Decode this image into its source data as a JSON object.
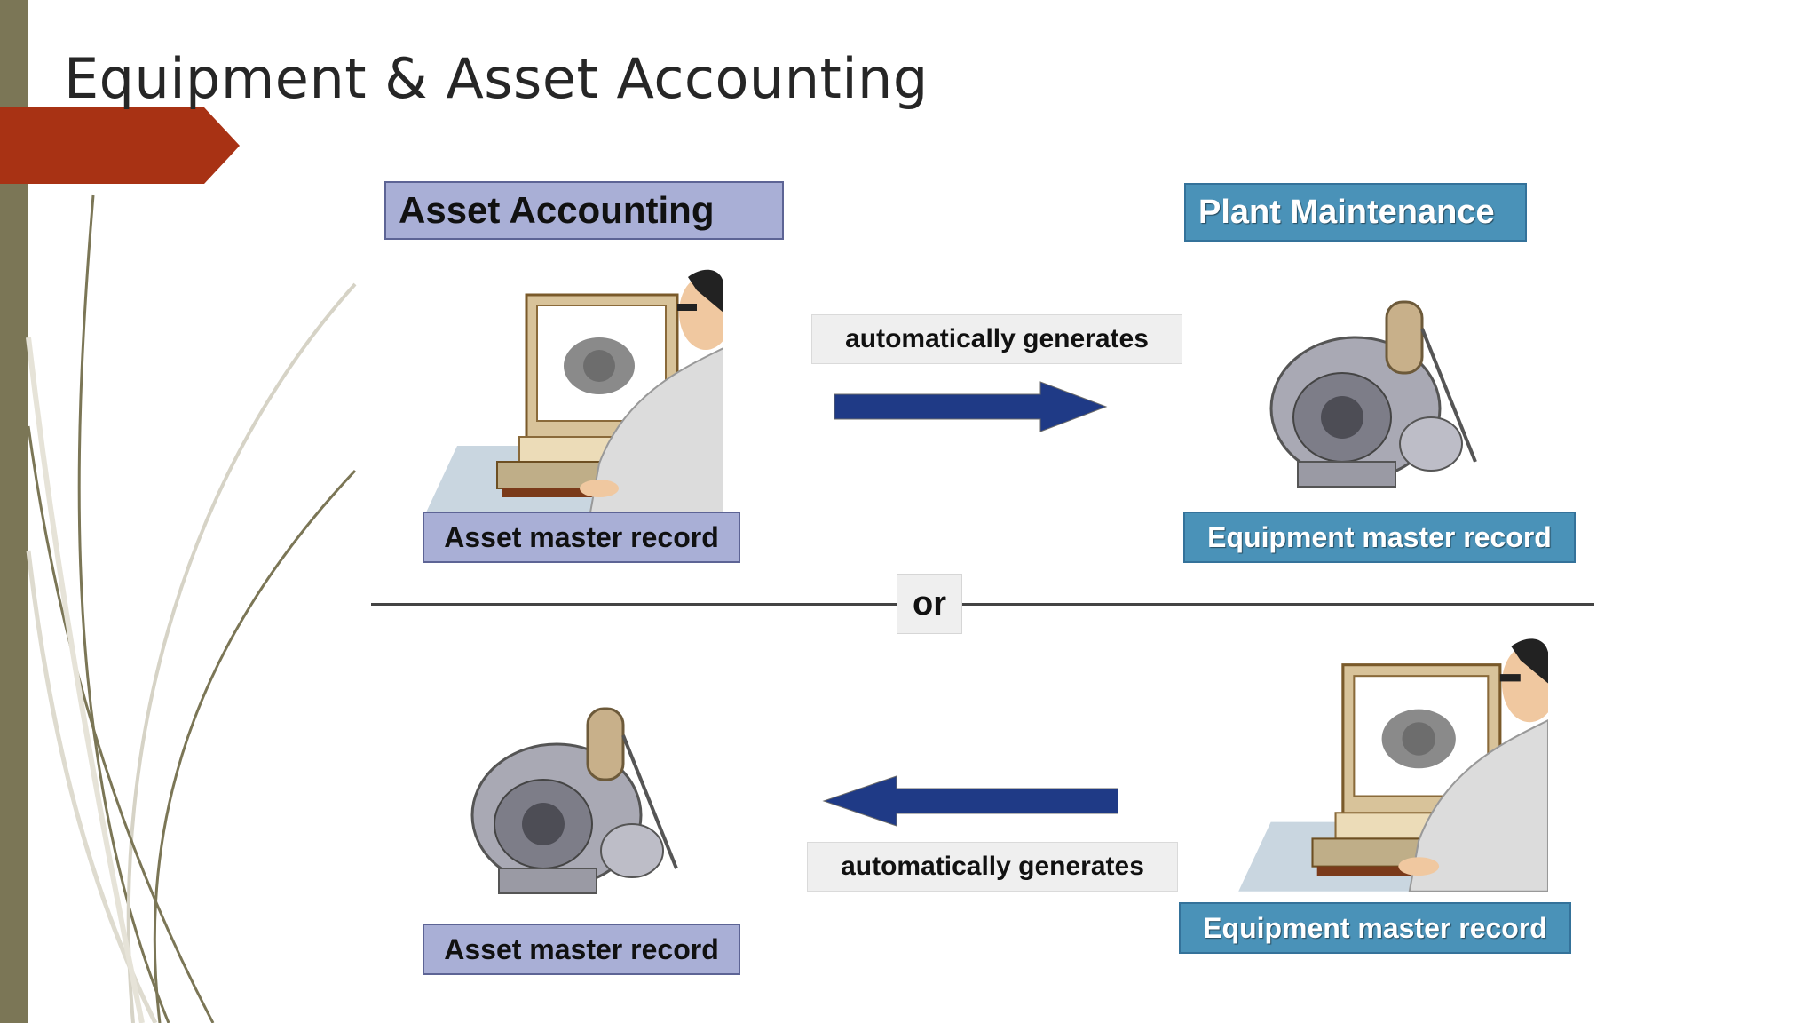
{
  "slide": {
    "title": "Equipment & Asset Accounting"
  },
  "diagram": {
    "asset_header": "Asset Accounting",
    "plant_header": "Plant Maintenance",
    "divider_label": "or",
    "top_row": {
      "source_record": "Asset master record",
      "arrow_label": "automatically generates",
      "target_record": "Equipment master record"
    },
    "bottom_row": {
      "source_record": "Equipment master record",
      "arrow_label": "automatically generates",
      "target_record": "Asset master record"
    }
  },
  "colors": {
    "sidebar": "#7b7656",
    "accent_tab": "#a83214",
    "asset_box": "#a9afd6",
    "plant_box": "#4a92b8",
    "arrow": "#1f3a86"
  },
  "icons": [
    "person-at-computer-icon",
    "turbocharger-icon",
    "arrow-right-icon",
    "arrow-left-icon"
  ]
}
